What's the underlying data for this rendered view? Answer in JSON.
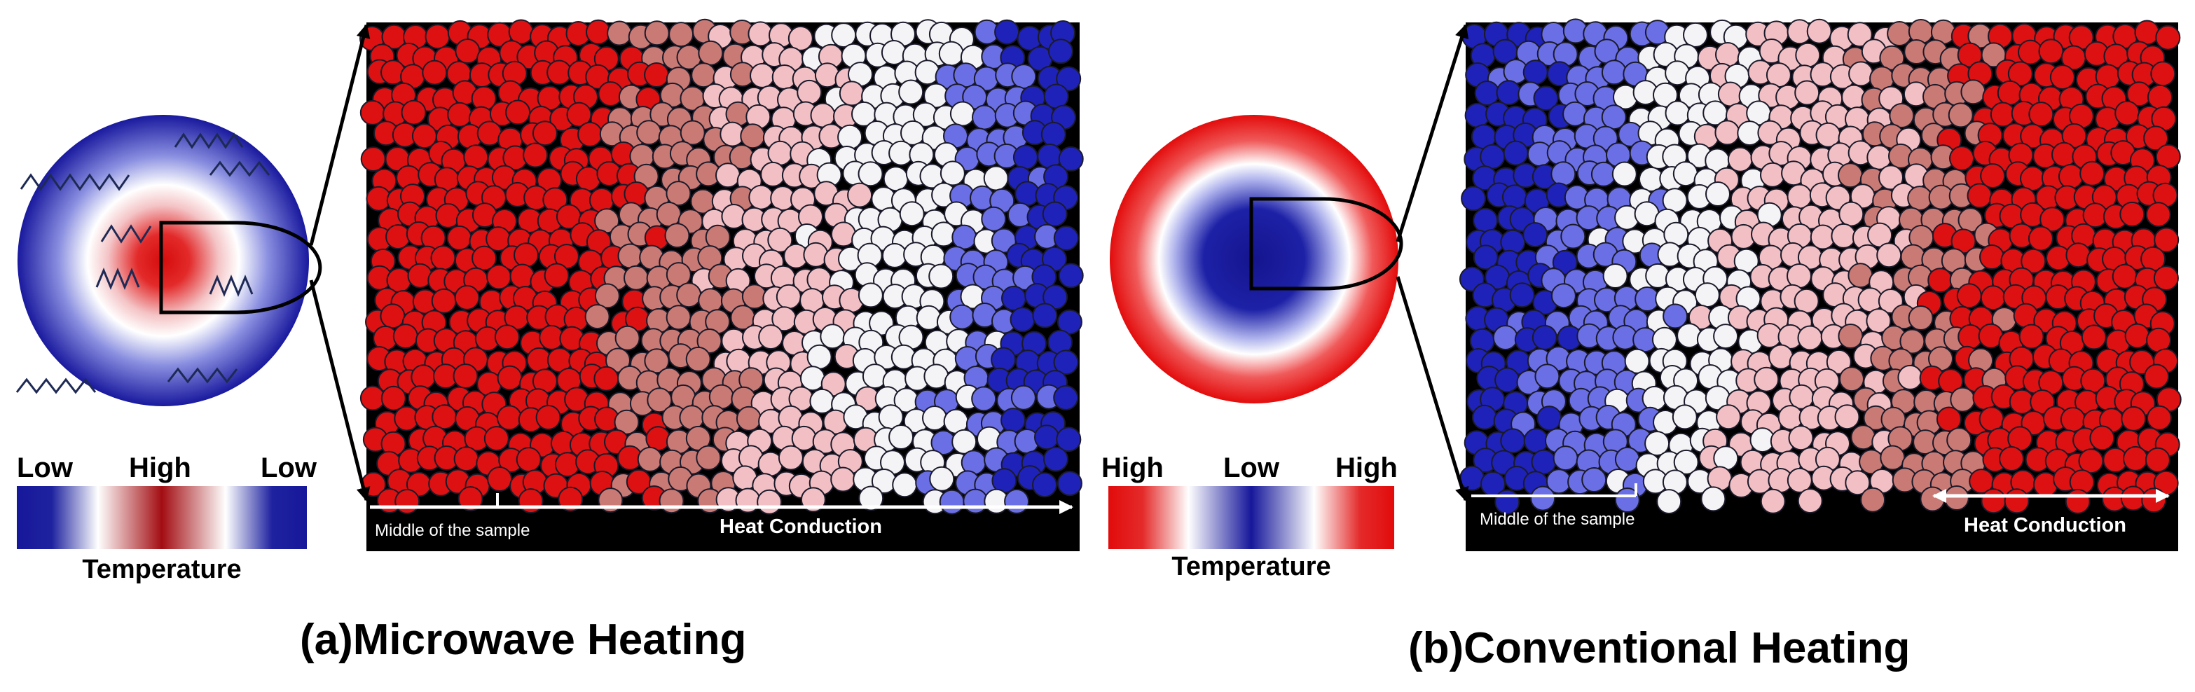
{
  "panel_a": {
    "caption": "(a)Microwave Heating",
    "scale_labels": {
      "left": "Low",
      "center": "High",
      "right": "Low"
    },
    "scale_title": "Temperature",
    "axis_start_label": "Middle of the sample",
    "axis_label": "Heat Conduction",
    "gradient": [
      "#16179a",
      "#ffffff",
      "#a20d12",
      "#ffffff",
      "#16179a"
    ]
  },
  "panel_b": {
    "caption": "(b)Conventional Heating",
    "scale_labels": {
      "left": "High",
      "center": "Low",
      "right": "High"
    },
    "scale_title": "Temperature",
    "axis_start_label": "Middle of the sample",
    "axis_label": "Heat Conduction",
    "gradient": [
      "#e20b0b",
      "#ffffff",
      "#16179a",
      "#ffffff",
      "#e20b0b"
    ]
  },
  "colors": {
    "hot": "#dd1111",
    "warm": "#c97a74",
    "light": "#f2c0c4",
    "neutral": "#f4f4f6",
    "cool": "#6b6fe6",
    "cold": "#1f22b8",
    "background": "#000000"
  }
}
